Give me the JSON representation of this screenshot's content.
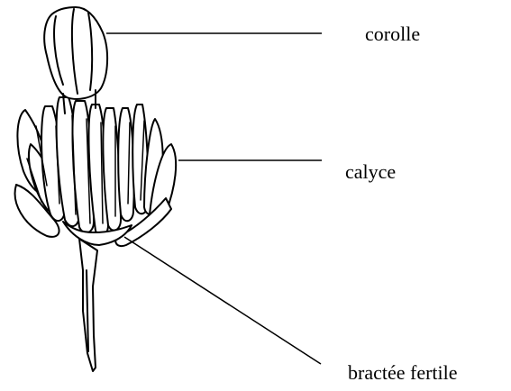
{
  "diagram": {
    "labels": {
      "corolle": "corolle",
      "calyce": "calyce",
      "bractee_fertile": "bractée fertile"
    }
  }
}
